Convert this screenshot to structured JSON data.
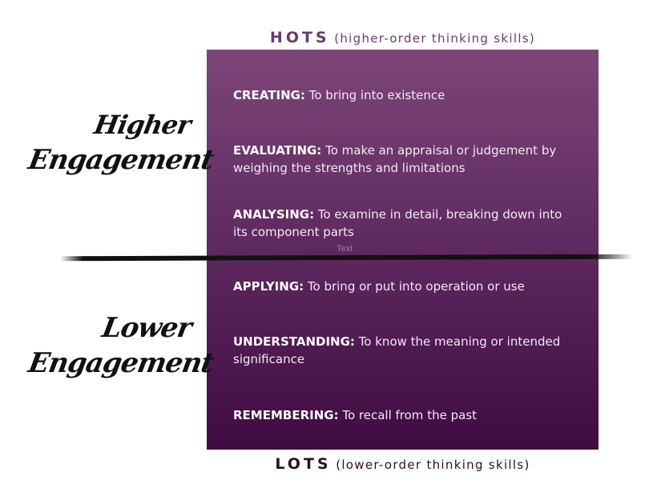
{
  "header": {
    "hots_abbr": "HOTS",
    "hots_full": "(higher-order thinking skills)"
  },
  "footer": {
    "lots_abbr": "LOTS",
    "lots_full": "(lower-order thinking skills)"
  },
  "side_labels": {
    "higher_line1": "Higher",
    "higher_line2": "Engagement",
    "lower_line1": "Lower",
    "lower_line2": "Engagement"
  },
  "levels": [
    {
      "label": "CREATING:",
      "desc": " To bring into existence"
    },
    {
      "label": "EVALUATING:",
      "desc": " To make an appraisal or judgement by weighing the strengths and limitations"
    },
    {
      "label": "ANALYSING:",
      "desc": " To examine in detail, breaking down into its component parts"
    },
    {
      "label": "APPLYING:",
      "desc": " To bring or put into operation or use"
    },
    {
      "label": "UNDERSTANDING:",
      "desc": " To know the meaning or intended significance"
    },
    {
      "label": "REMEMBERING:",
      "desc": " To recall from the past"
    }
  ],
  "divider_placeholder": "Text",
  "colors": {
    "box_top": "#7c4679",
    "box_bottom": "#3f0b42",
    "hots_title": "#6b3a6c",
    "lots_title": "#2a1028"
  }
}
